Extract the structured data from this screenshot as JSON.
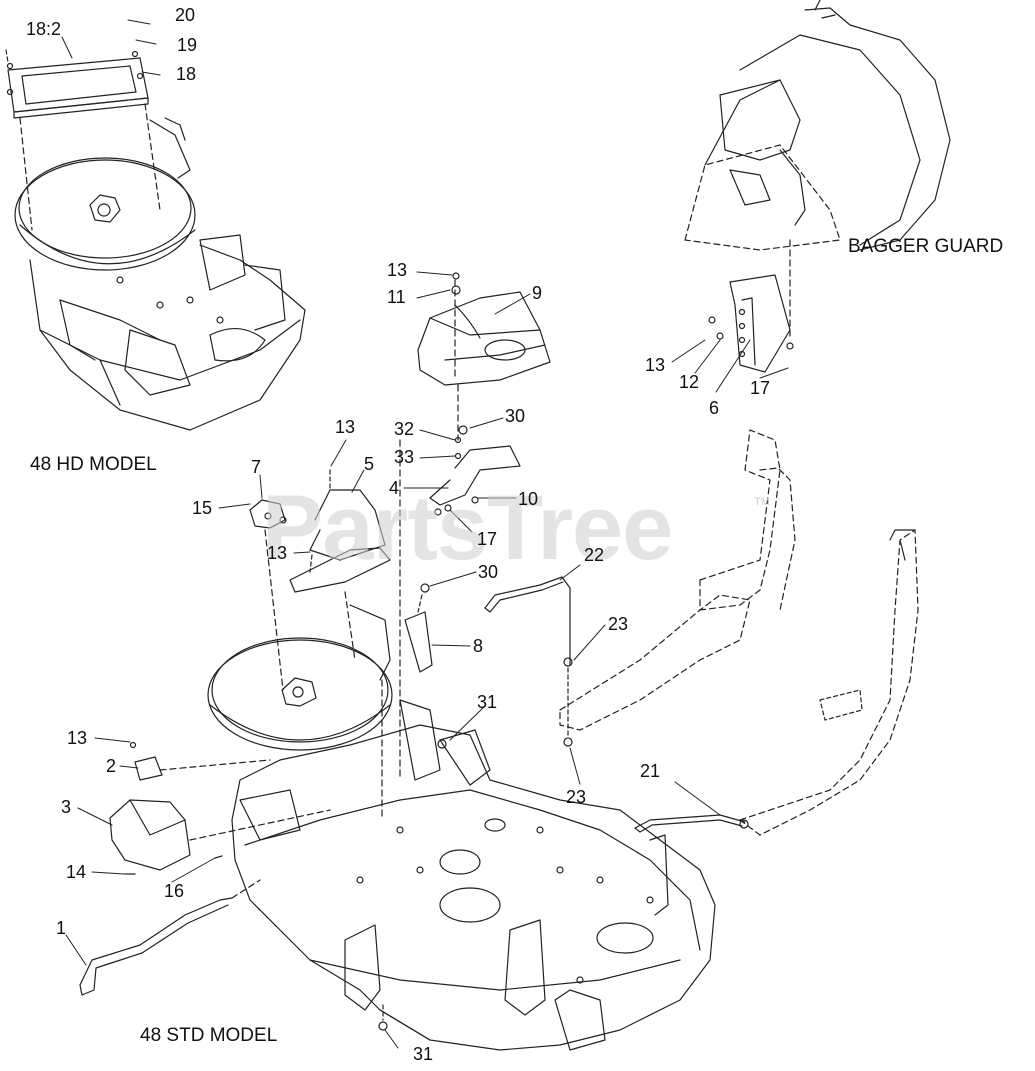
{
  "watermark": {
    "text": "PartsTree",
    "tm": "TM"
  },
  "captions": {
    "hd_model": "48 HD MODEL",
    "std_model": "48 STD MODEL",
    "bagger_guard": "BAGGER GUARD"
  },
  "callouts": {
    "c18_2": "18:2",
    "c20": "20",
    "c19": "19",
    "c18": "18",
    "c13_a": "13",
    "c11": "11",
    "c9": "9",
    "c13_b": "13",
    "c12": "12",
    "c6": "6",
    "c17_a": "17",
    "c32": "32",
    "c30_a": "30",
    "c33": "33",
    "c13_c": "13",
    "c7": "7",
    "c5": "5",
    "c4": "4",
    "c10": "10",
    "c15": "15",
    "c17_b": "17",
    "c13_d": "13",
    "c30_b": "30",
    "c22": "22",
    "c23_a": "23",
    "c8": "8",
    "c31_a": "31",
    "c13_e": "13",
    "c2": "2",
    "c23_b": "23",
    "c21": "21",
    "c3": "3",
    "c14": "14",
    "c16": "16",
    "c1": "1",
    "c31_b": "31"
  }
}
